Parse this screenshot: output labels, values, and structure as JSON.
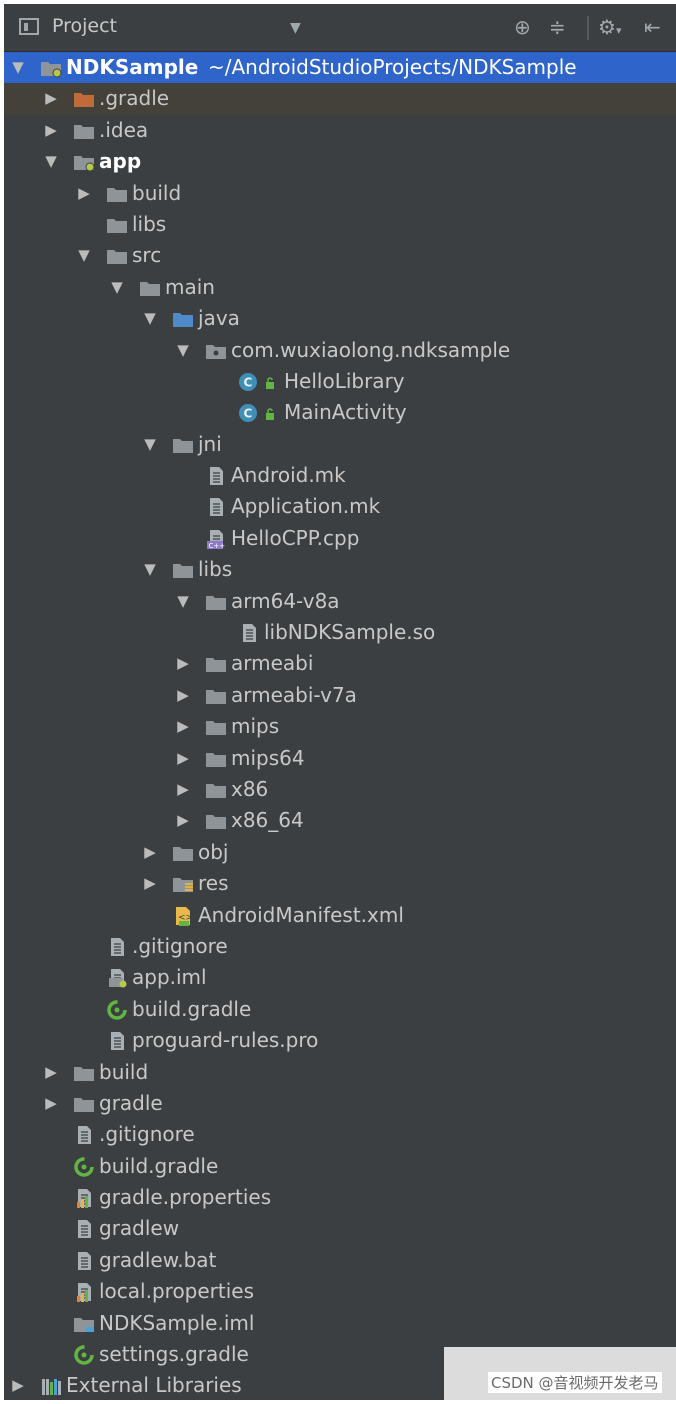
{
  "header": {
    "title": "Project",
    "icons": [
      "project-icon",
      "chevron-down-icon",
      "crosshair-icon",
      "collapse-icon",
      "gear-icon",
      "hide-icon"
    ]
  },
  "colors": {
    "selection": "#2f65ca",
    "background": "#3c3f41",
    "folder": "#8f9498",
    "source_folder": "#4e8ac8",
    "gradle_green": "#62b543"
  },
  "tree": [
    {
      "label": "NDKSample",
      "path": "~/AndroidStudioProjects/NDKSample",
      "depth": 0,
      "expanded": true,
      "icon": "module-folder",
      "bold": true,
      "selected": true
    },
    {
      "label": ".gradle",
      "depth": 1,
      "expanded": false,
      "icon": "folder-excluded",
      "highlight": true
    },
    {
      "label": ".idea",
      "depth": 1,
      "expanded": false,
      "icon": "folder"
    },
    {
      "label": "app",
      "depth": 1,
      "expanded": true,
      "icon": "module-folder",
      "bold": true
    },
    {
      "label": "build",
      "depth": 2,
      "expanded": false,
      "icon": "folder"
    },
    {
      "label": "libs",
      "depth": 2,
      "icon": "folder"
    },
    {
      "label": "src",
      "depth": 2,
      "expanded": true,
      "icon": "folder"
    },
    {
      "label": "main",
      "depth": 3,
      "expanded": true,
      "icon": "folder"
    },
    {
      "label": "java",
      "depth": 4,
      "expanded": true,
      "icon": "source-folder"
    },
    {
      "label": "com.wuxiaolong.ndksample",
      "depth": 5,
      "expanded": true,
      "icon": "package"
    },
    {
      "label": "HelloLibrary",
      "depth": 6,
      "icon": "class"
    },
    {
      "label": "MainActivity",
      "depth": 6,
      "icon": "class"
    },
    {
      "label": "jni",
      "depth": 4,
      "expanded": true,
      "icon": "folder"
    },
    {
      "label": "Android.mk",
      "depth": 5,
      "icon": "file"
    },
    {
      "label": "Application.mk",
      "depth": 5,
      "icon": "file"
    },
    {
      "label": "HelloCPP.cpp",
      "depth": 5,
      "icon": "cpp"
    },
    {
      "label": "libs",
      "depth": 4,
      "expanded": true,
      "icon": "folder"
    },
    {
      "label": "arm64-v8a",
      "depth": 5,
      "expanded": true,
      "icon": "folder"
    },
    {
      "label": "libNDKSample.so",
      "depth": 6,
      "icon": "file"
    },
    {
      "label": "armeabi",
      "depth": 5,
      "expanded": false,
      "icon": "folder"
    },
    {
      "label": "armeabi-v7a",
      "depth": 5,
      "expanded": false,
      "icon": "folder"
    },
    {
      "label": "mips",
      "depth": 5,
      "expanded": false,
      "icon": "folder"
    },
    {
      "label": "mips64",
      "depth": 5,
      "expanded": false,
      "icon": "folder"
    },
    {
      "label": "x86",
      "depth": 5,
      "expanded": false,
      "icon": "folder"
    },
    {
      "label": "x86_64",
      "depth": 5,
      "expanded": false,
      "icon": "folder"
    },
    {
      "label": "obj",
      "depth": 4,
      "expanded": false,
      "icon": "folder"
    },
    {
      "label": "res",
      "depth": 4,
      "expanded": false,
      "icon": "res-folder"
    },
    {
      "label": "AndroidManifest.xml",
      "depth": 4,
      "icon": "manifest"
    },
    {
      "label": ".gitignore",
      "depth": 2,
      "icon": "file"
    },
    {
      "label": "app.iml",
      "depth": 2,
      "icon": "iml"
    },
    {
      "label": "build.gradle",
      "depth": 2,
      "icon": "gradle"
    },
    {
      "label": "proguard-rules.pro",
      "depth": 2,
      "icon": "file"
    },
    {
      "label": "build",
      "depth": 1,
      "expanded": false,
      "icon": "folder"
    },
    {
      "label": "gradle",
      "depth": 1,
      "expanded": false,
      "icon": "folder"
    },
    {
      "label": ".gitignore",
      "depth": 1,
      "icon": "file"
    },
    {
      "label": "build.gradle",
      "depth": 1,
      "icon": "gradle"
    },
    {
      "label": "gradle.properties",
      "depth": 1,
      "icon": "properties"
    },
    {
      "label": "gradlew",
      "depth": 1,
      "icon": "file"
    },
    {
      "label": "gradlew.bat",
      "depth": 1,
      "icon": "file"
    },
    {
      "label": "local.properties",
      "depth": 1,
      "icon": "properties"
    },
    {
      "label": "NDKSample.iml",
      "depth": 1,
      "icon": "module-iml"
    },
    {
      "label": "settings.gradle",
      "depth": 1,
      "icon": "gradle"
    },
    {
      "label": "External Libraries",
      "depth": 0,
      "expanded": false,
      "icon": "libraries"
    }
  ],
  "watermark": "CSDN @音视频开发老马"
}
